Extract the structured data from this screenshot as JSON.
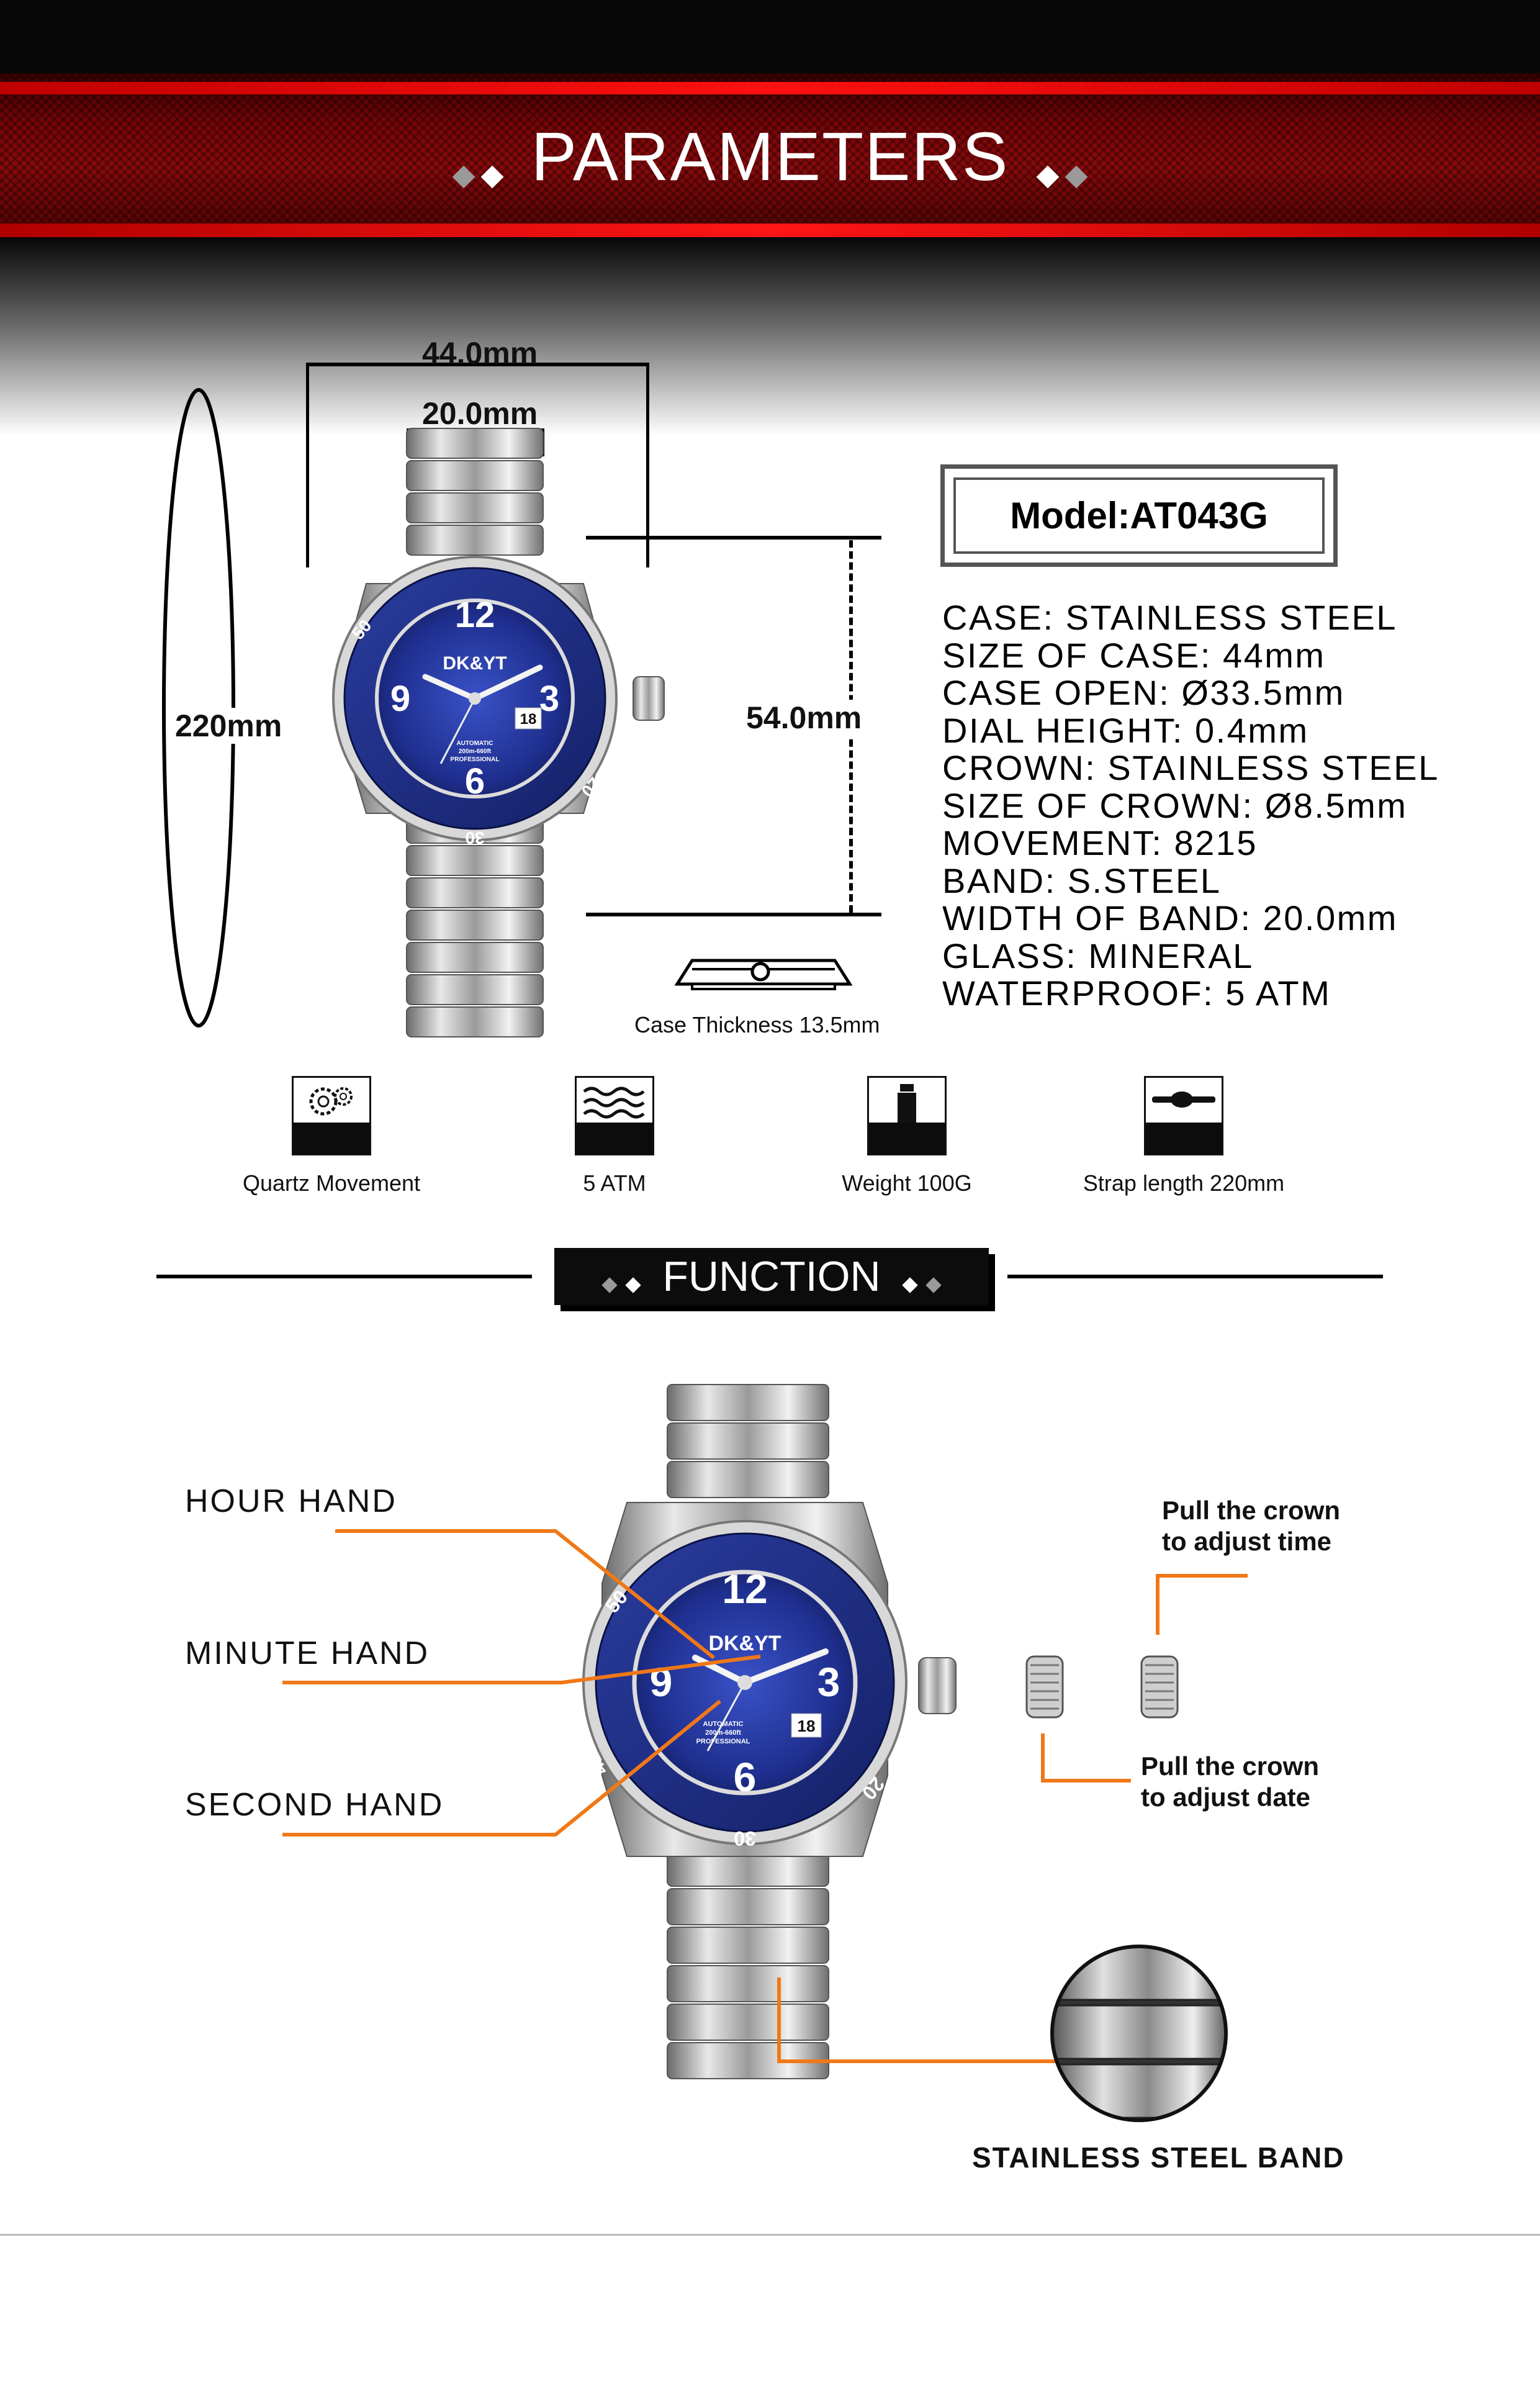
{
  "header": {
    "title": "PARAMETERS"
  },
  "dimensions": {
    "case_width": "44.0mm",
    "band_width": "20.0mm",
    "total_length": "220mm",
    "case_height": "54.0mm",
    "thickness_label": "Case Thickness 13.5mm"
  },
  "model": "Model:AT043G",
  "specs": [
    "CASE:  STAINLESS STEEL",
    "SIZE OF CASE:  44mm",
    "CASE OPEN:  Ø33.5mm",
    "DIAL HEIGHT:  0.4mm",
    "CROWN:  STAINLESS STEEL",
    "SIZE OF CROWN:  Ø8.5mm",
    "MOVEMENT:  8215",
    "BAND:  S.STEEL",
    "WIDTH OF BAND:  20.0mm",
    "GLASS:  MINERAL",
    "WATERPROOF:  5 ATM"
  ],
  "features": [
    {
      "label": "Quartz Movement",
      "icon": "gears-icon"
    },
    {
      "label": "5 ATM",
      "icon": "waves-icon"
    },
    {
      "label": "Weight 100G",
      "icon": "weight-icon"
    },
    {
      "label": "Strap length 220mm",
      "icon": "strap-icon"
    }
  ],
  "function": {
    "title": "FUNCTION",
    "hour_hand": "HOUR  HAND",
    "minute_hand": "MINUTE  HAND",
    "second_hand": "SECOND  HAND",
    "crown_time": [
      "Pull the crown",
      "to adjust time"
    ],
    "crown_date": [
      "Pull the crown",
      "to adjust date"
    ],
    "band": "STAINLESS STEEL BAND"
  },
  "watch": {
    "brand": "DK&YT",
    "dial_text": [
      "AUTOMATIC",
      "200m-660ft",
      "PROFESSIONAL"
    ],
    "numerals": [
      "12",
      "3",
      "6",
      "9"
    ],
    "bezel_numbers": [
      "50",
      "40",
      "30",
      "20"
    ],
    "date": "18"
  },
  "colors": {
    "banner_red": "#8b0a0c",
    "accent_line": "#ff1515",
    "orange": "#f07818",
    "dial_blue": "#1f2f8f"
  }
}
